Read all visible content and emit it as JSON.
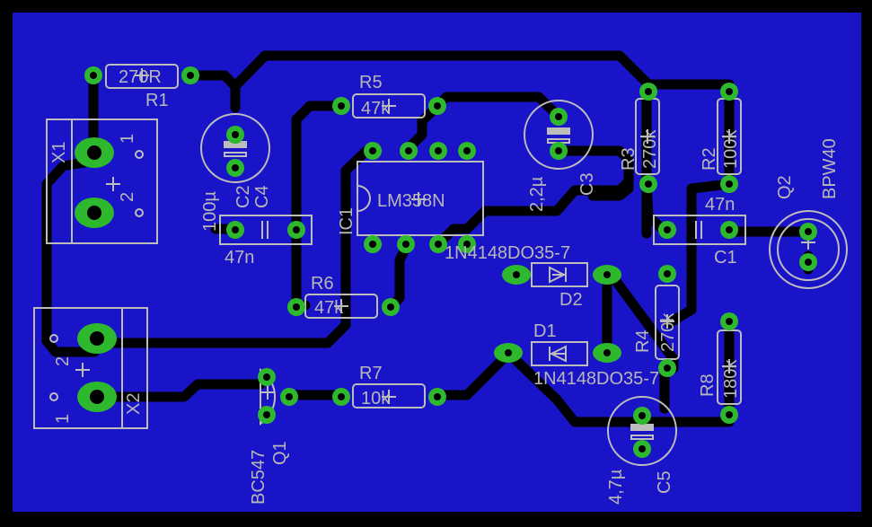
{
  "board": {
    "background": "#000000",
    "copper_fill": "#1a14c8",
    "trace_color": "#000000",
    "silk_color": "#bdbdbd",
    "pad_color": "#2eb82e",
    "hole_color": "#000000"
  },
  "labels": {
    "r1_value": "270R",
    "r1_name": "R1",
    "r5_name": "R5",
    "r5_value": "47k",
    "r6_name": "R6",
    "r6_value": "47k",
    "r7_name": "R7",
    "r7_value": "10k",
    "r3_name": "R3",
    "r3_value": "270k",
    "r2_name": "R2",
    "r2_value": "100k",
    "r4_name": "R4",
    "r4_value": "270k",
    "r8_name": "R8",
    "r8_value": "180k",
    "c2_name": "C2",
    "c2_value": "100µ",
    "c4_name": "C4",
    "c4_value": "47n",
    "c3_name": "C3",
    "c3_value": "2,2µ",
    "c1_name": "C1",
    "c1_value": "47n",
    "c5_name": "C5",
    "c5_value": "4,7µ",
    "ic1_name": "IC1",
    "ic1_value": "LM358N",
    "d1_name": "D1",
    "d1_value": "1N4148DO35-7",
    "d2_name": "D2",
    "d2_value": "1N4148DO35-7",
    "q1_name": "Q1",
    "q1_value": "BC547",
    "q2_name": "Q2",
    "q2_value": "BPW40",
    "x1_name": "X1",
    "x2_name": "X2",
    "x1_pin1": "1",
    "x1_pin2": "2",
    "x2_pin1": "1",
    "x2_pin2": "2"
  }
}
